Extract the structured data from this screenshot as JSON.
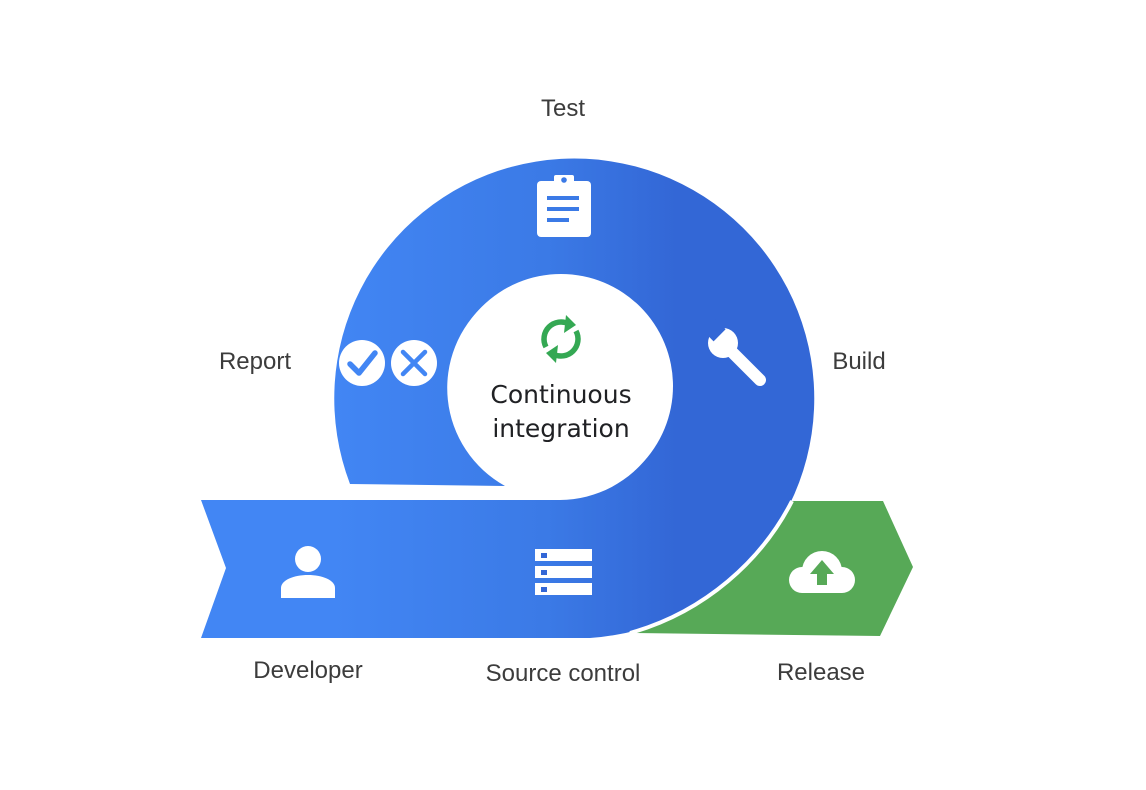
{
  "center": {
    "line1": "Continuous",
    "line2": "integration",
    "icon": "sync-icon"
  },
  "stages": {
    "test": {
      "label": "Test",
      "icon": "clipboard-icon"
    },
    "build": {
      "label": "Build",
      "icon": "wrench-icon"
    },
    "report": {
      "label": "Report",
      "icons": [
        "check-circle-icon",
        "cancel-circle-icon"
      ]
    },
    "developer": {
      "label": "Developer",
      "icon": "person-icon"
    },
    "source_control": {
      "label": "Source control",
      "icon": "server-stack-icon"
    },
    "release": {
      "label": "Release",
      "icon": "cloud-upload-icon"
    }
  },
  "colors": {
    "blue_light": "#4286f4",
    "blue_dark": "#3367d6",
    "green": "#57a957",
    "sync_green": "#34a853",
    "white": "#ffffff",
    "text": "#3c3c3c"
  }
}
